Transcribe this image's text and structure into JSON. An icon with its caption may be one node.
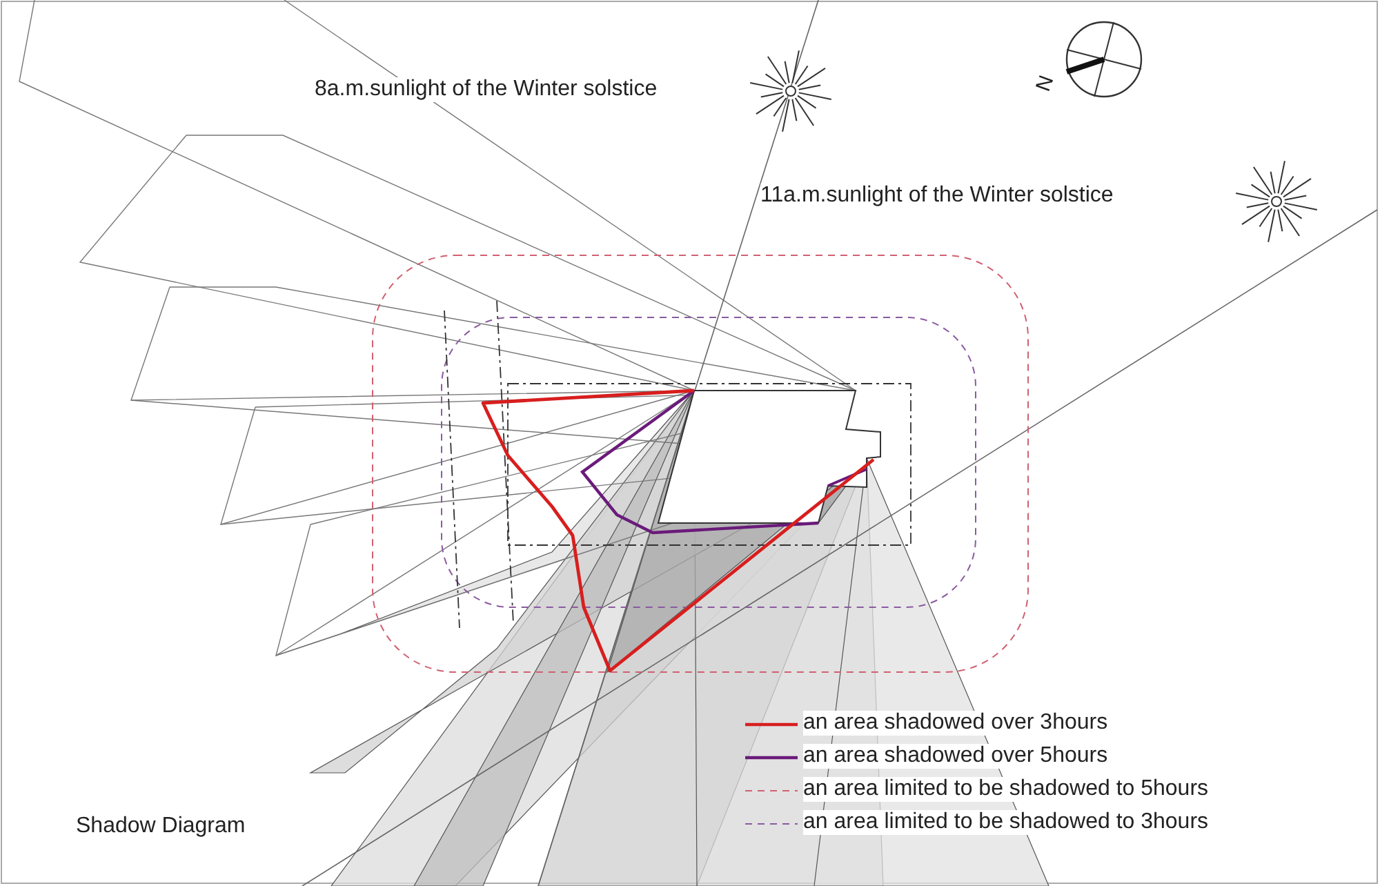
{
  "diagram": {
    "title": "Shadow Diagram",
    "labels": [
      "8a.m.sunlight of the Winter solstice",
      "11a.m.sunlight of the Winter solstice",
      "N"
    ],
    "legend": [
      {
        "text": "an area shadowed over 3hours"
      },
      {
        "text": "an area shadowed over 5hours"
      },
      {
        "text": "an area limited to be shadowed to 5hours"
      },
      {
        "text": "an area limited to be shadowed to 3hours"
      }
    ]
  }
}
